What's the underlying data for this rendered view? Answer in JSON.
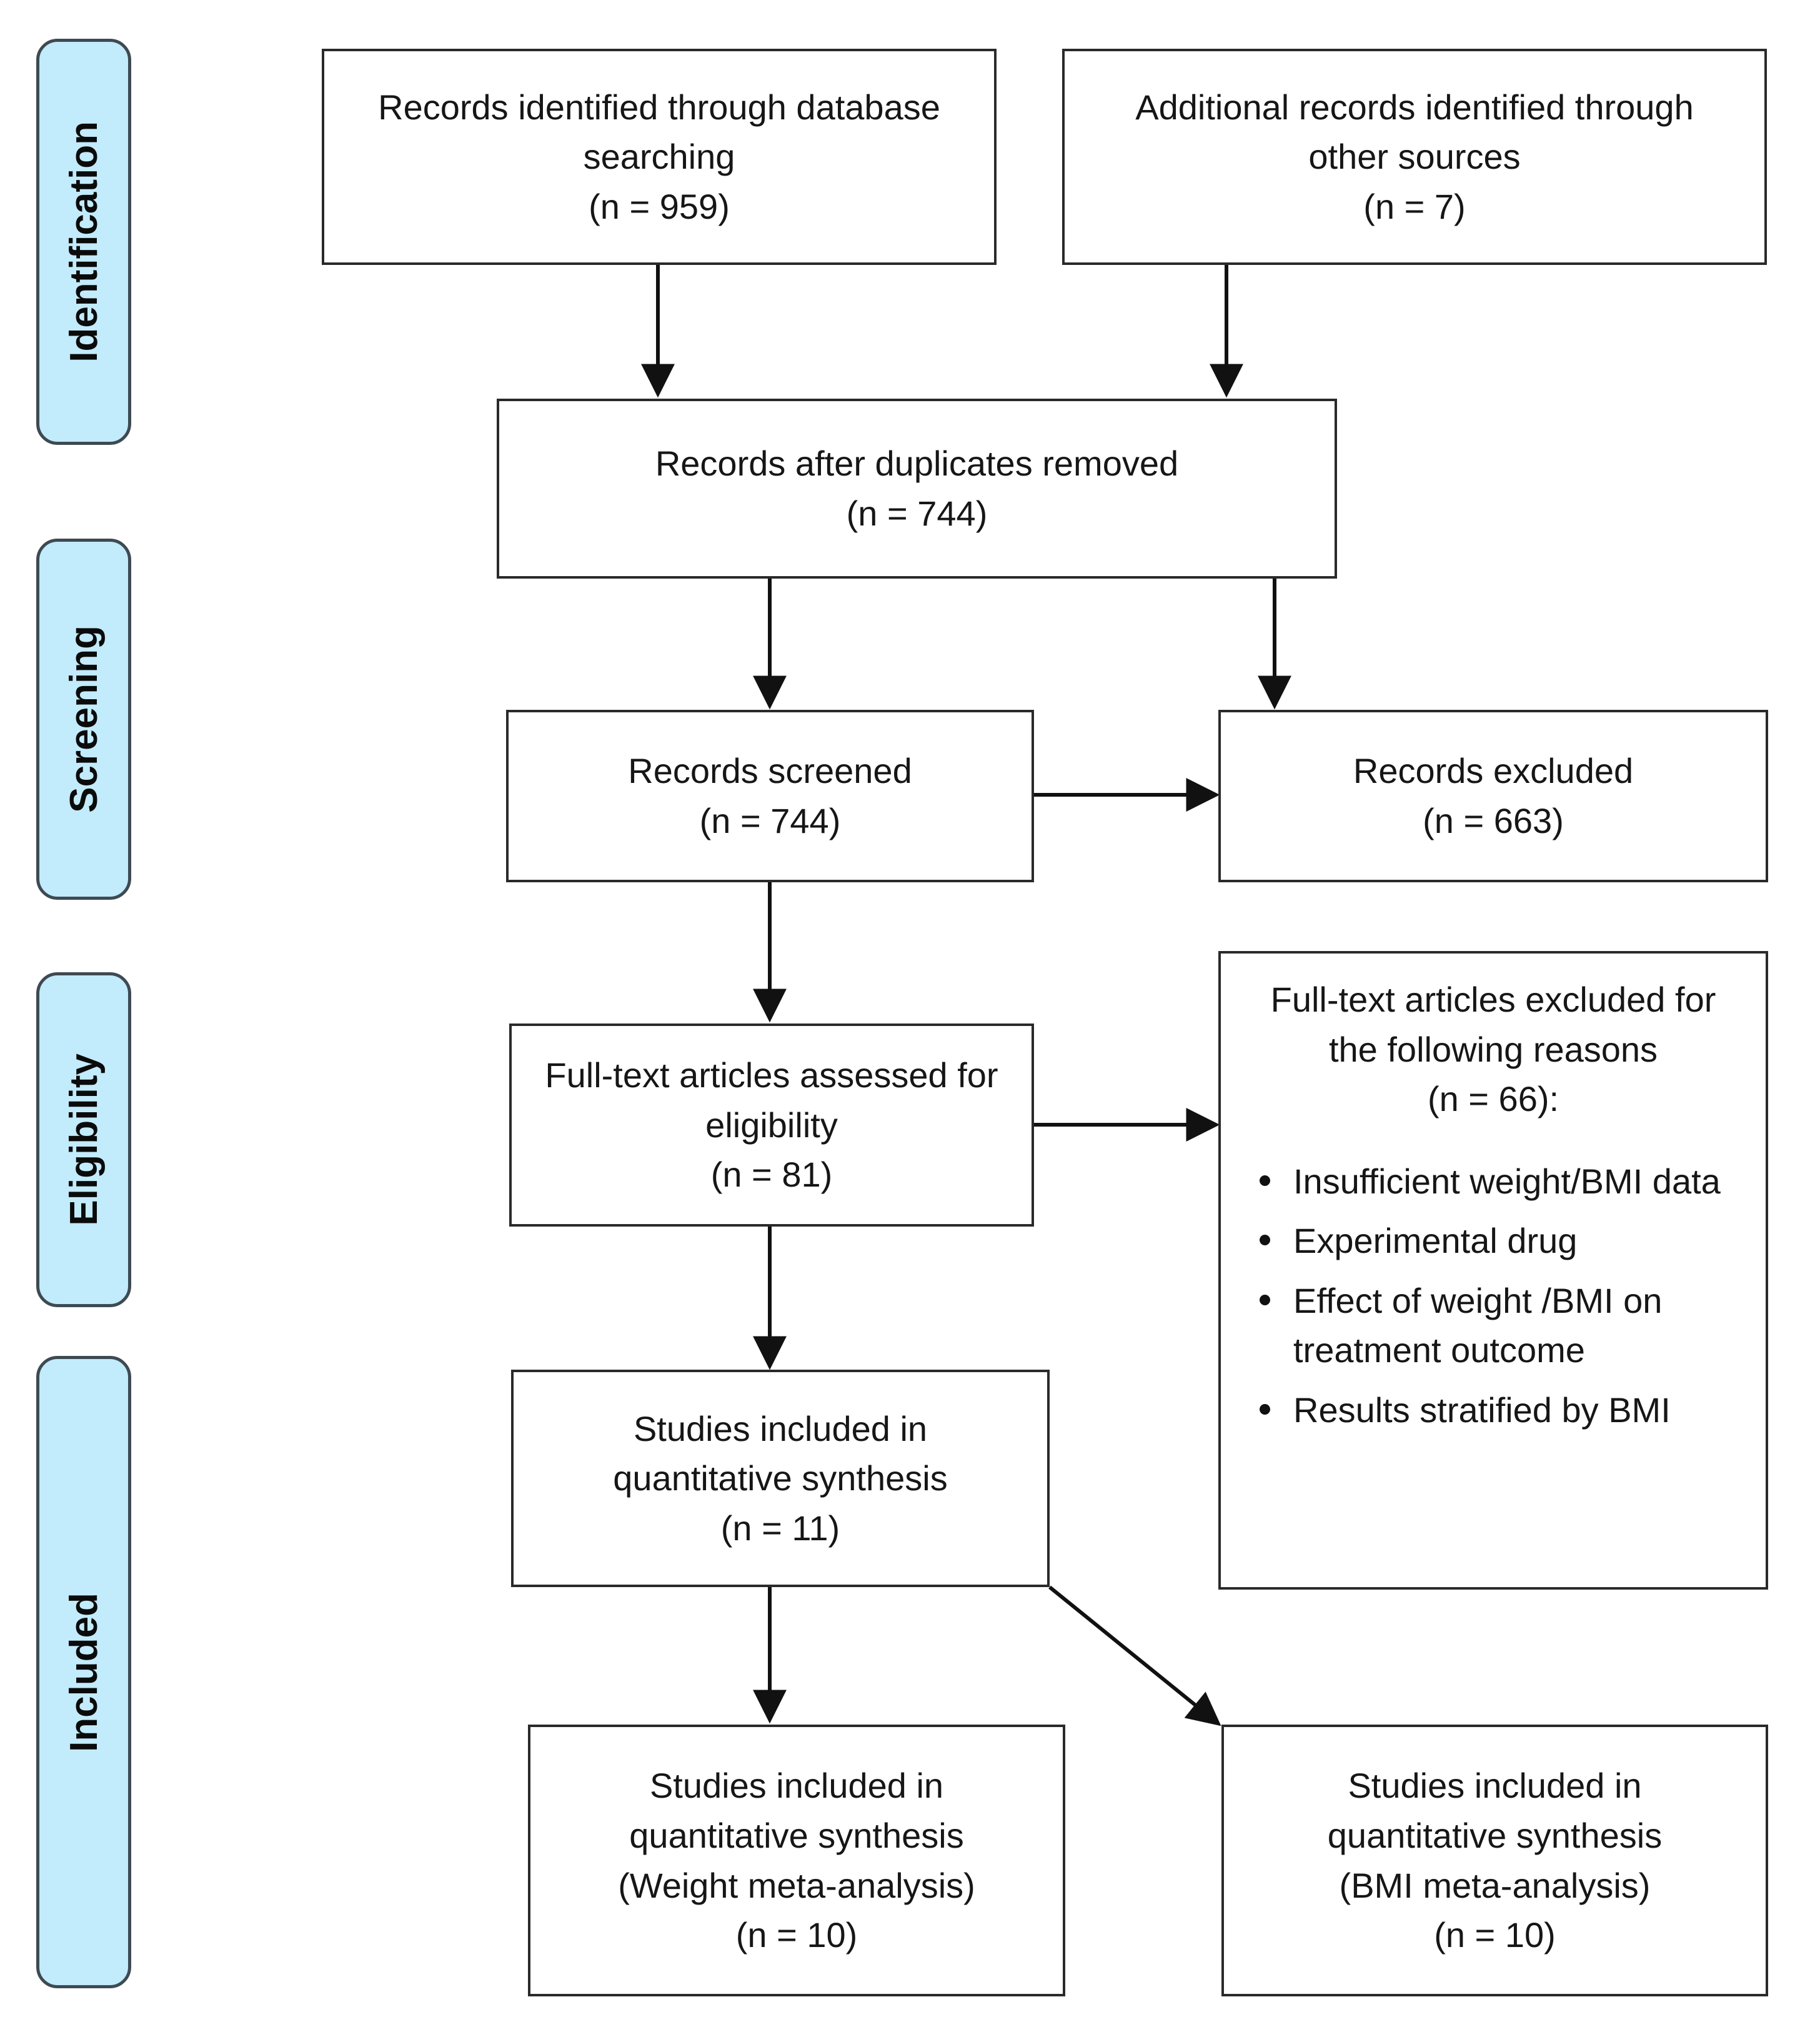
{
  "diagram": {
    "type": "PRISMA flow diagram",
    "stages": [
      {
        "id": "identification",
        "label": "Identification"
      },
      {
        "id": "screening",
        "label": "Screening"
      },
      {
        "id": "eligibility",
        "label": "Eligibility"
      },
      {
        "id": "included",
        "label": "Included"
      }
    ],
    "colors": {
      "stage_fill": "#C2EBFB",
      "stage_border": "#3E4A52",
      "box_border": "#2A2A2A",
      "text": "#161616",
      "background": "#FFFFFF"
    },
    "boxes": {
      "database_search": {
        "lines": [
          "Records identified through database",
          "searching",
          "(n = 959)"
        ],
        "count": 959
      },
      "other_sources": {
        "lines": [
          "Additional records identified through",
          "other sources",
          "(n = 7)"
        ],
        "count": 7
      },
      "after_duplicates": {
        "lines": [
          "Records after duplicates removed",
          "(n = 744)"
        ],
        "count": 744
      },
      "records_screened": {
        "lines": [
          "Records screened",
          "(n = 744)"
        ],
        "count": 744
      },
      "records_excluded": {
        "lines": [
          "Records excluded",
          "(n = 663)"
        ],
        "count": 663
      },
      "fulltext_assessed": {
        "lines": [
          "Full-text articles assessed for",
          "eligibility",
          "(n = 81)"
        ],
        "count": 81
      },
      "fulltext_excluded": {
        "title_lines": [
          "Full-text articles excluded for",
          "the following reasons",
          "(n = 66):"
        ],
        "count": 66,
        "reasons": [
          "Insufficient weight/BMI data",
          "Experimental drug",
          "Effect of weight /BMI on treatment outcome",
          "Results stratified by BMI"
        ]
      },
      "included_quant": {
        "lines": [
          "Studies included in",
          "quantitative synthesis",
          "(n = 11)"
        ],
        "count": 11
      },
      "included_weight": {
        "lines": [
          "Studies included in",
          "quantitative synthesis",
          "(Weight meta-analysis)",
          "(n = 10)"
        ],
        "count": 10
      },
      "included_bmi": {
        "lines": [
          "Studies included in",
          "quantitative synthesis",
          "(BMI meta-analysis)",
          "(n = 10)"
        ],
        "count": 10
      }
    }
  }
}
